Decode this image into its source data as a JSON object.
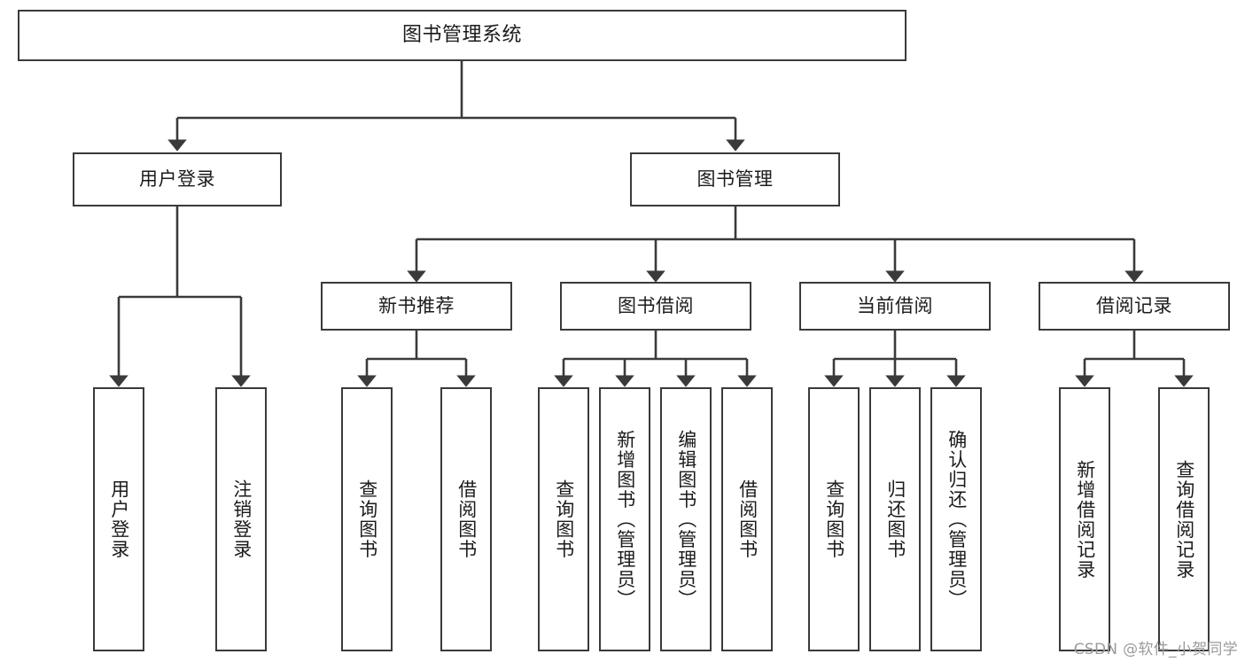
{
  "diagram": {
    "title": "图书管理系统",
    "type": "hierarchy-tree",
    "colors": {
      "box_border": "#3a3a3a",
      "box_fill": "#ffffff",
      "edge": "#3a3a3a",
      "text": "#1b1b1b",
      "watermark": "#9b9b9b",
      "background": "#ffffff"
    },
    "root": {
      "label": "图书管理系统"
    },
    "level1": [
      {
        "label": "用户登录"
      },
      {
        "label": "图书管理"
      }
    ],
    "level2": [
      {
        "label": "新书推荐"
      },
      {
        "label": "图书借阅"
      },
      {
        "label": "当前借阅"
      },
      {
        "label": "借阅记录"
      }
    ],
    "leaves": {
      "user_login": [
        {
          "label": "用户登录"
        },
        {
          "label": "注销登录"
        }
      ],
      "new_book": [
        {
          "label": "查询图书"
        },
        {
          "label": "借阅图书"
        }
      ],
      "book_borrow": [
        {
          "label": "查询图书"
        },
        {
          "label": "新增图书（管理员）"
        },
        {
          "label": "编辑图书（管理员）"
        },
        {
          "label": "借阅图书"
        }
      ],
      "current_borrow": [
        {
          "label": "查询图书"
        },
        {
          "label": "归还图书"
        },
        {
          "label": "确认归还（管理员）"
        }
      ],
      "borrow_record": [
        {
          "label": "新增借阅记录"
        },
        {
          "label": "查询借阅记录"
        }
      ]
    }
  },
  "watermark": {
    "text": "CSDN @软件_小贺同学"
  }
}
